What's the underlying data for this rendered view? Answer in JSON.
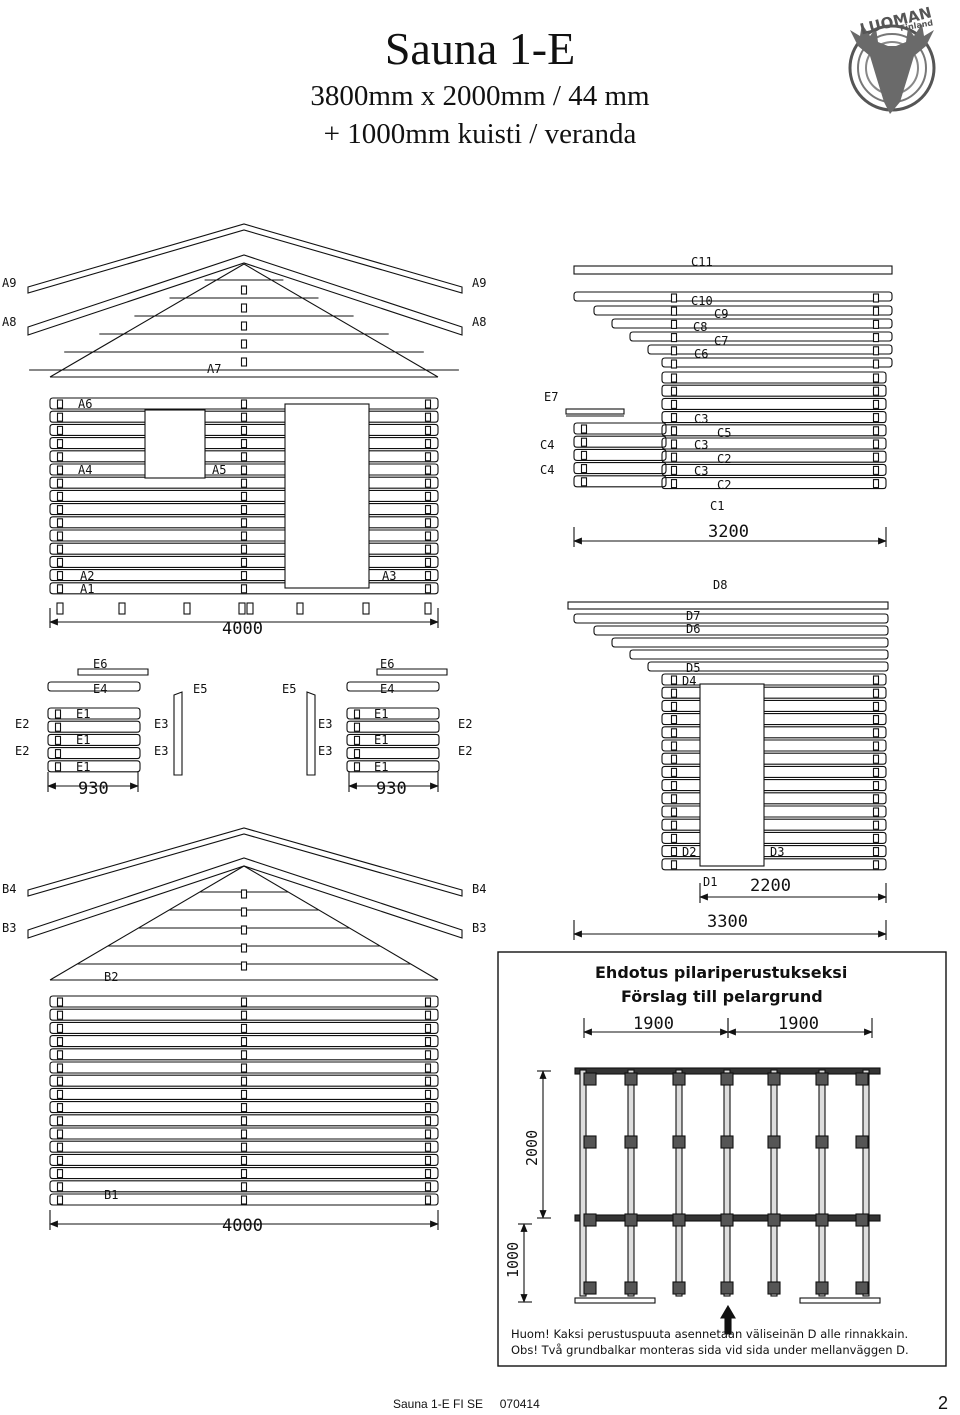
{
  "header": {
    "title": "Sauna 1-E",
    "subtitle_line1": "3800mm x 2000mm / 44 mm",
    "subtitle_line2": "+ 1000mm kuisti / veranda"
  },
  "logo": {
    "name": "LUOMAN",
    "country": "Finland"
  },
  "labels": {
    "a9": "A9",
    "a8": "A8",
    "a7": "A7",
    "a6": "A6",
    "a5": "A5",
    "a4": "A4",
    "a3": "A3",
    "a2": "A2",
    "a1": "A1",
    "b4": "B4",
    "b3": "B3",
    "b2": "B2",
    "b1": "B1",
    "c11": "C11",
    "c10": "C10",
    "c9": "C9",
    "c8": "C8",
    "c7": "C7",
    "c6": "C6",
    "c5": "C5",
    "c4": "C4",
    "c3": "C3",
    "c2": "C2",
    "c1": "C1",
    "d8": "D8",
    "d7": "D7",
    "d6": "D6",
    "d5": "D5",
    "d4": "D4",
    "d3": "D3",
    "d2": "D2",
    "d1": "D1",
    "e7": "E7",
    "e6": "E6",
    "e5": "E5",
    "e4": "E4",
    "e3": "E3",
    "e2": "E2",
    "e1": "E1"
  },
  "dimensions": {
    "wall_a_width": "4000",
    "wall_b_width": "4000",
    "wall_c_width": "3200",
    "wall_d_inner": "2200",
    "wall_d_width": "3300",
    "wall_e_width": "930",
    "foundation_span": "1900",
    "foundation_depth": "2000",
    "foundation_porch": "1000"
  },
  "foundation": {
    "title_fi": "Ehdotus pilariperustukseksi",
    "title_se": "Förslag till pelargrund",
    "note_fi": "Huom! Kaksi perustuspuuta asennetaan väliseinän D alle rinnakkain.",
    "note_se": "Obs! Två grundbalkar monteras sida vid sida under mellanväggen D."
  },
  "footer": {
    "doc": "Sauna 1-E FI SE     070414",
    "page": "2"
  }
}
